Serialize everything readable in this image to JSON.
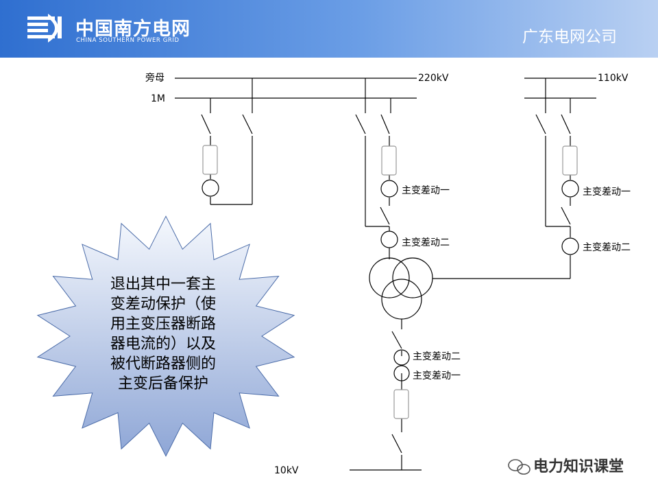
{
  "header": {
    "logo_cn": "中国南方电网",
    "logo_en": "CHINA SOUTHERN POWER GRID",
    "company": "广东电网公司"
  },
  "bus_labels": {
    "bypass": "旁母",
    "main_1m": "1M",
    "kv220": "220kV",
    "kv110": "110kV",
    "kv10": "10kV"
  },
  "ct_labels": {
    "kv220_diff1": "主变差动一",
    "kv220_diff2": "主变差动二",
    "kv110_diff1": "主变差动一",
    "kv110_diff2": "主变差动二",
    "kv10_diff2": "主变差动二",
    "kv10_diff1": "主变差动一"
  },
  "callout_lines": [
    "退出其中一套主",
    "变差动保护（使",
    "用主变压器断路",
    "器电流的）以及",
    "被代断路器侧的",
    "主变后备保护"
  ],
  "watermark": "电力知识课堂",
  "colors": {
    "header_start": "#2f6fd0",
    "header_end": "#b9d0f2",
    "starburst_top": "#f5f8fd",
    "starburst_bottom": "#8ea6d6"
  }
}
